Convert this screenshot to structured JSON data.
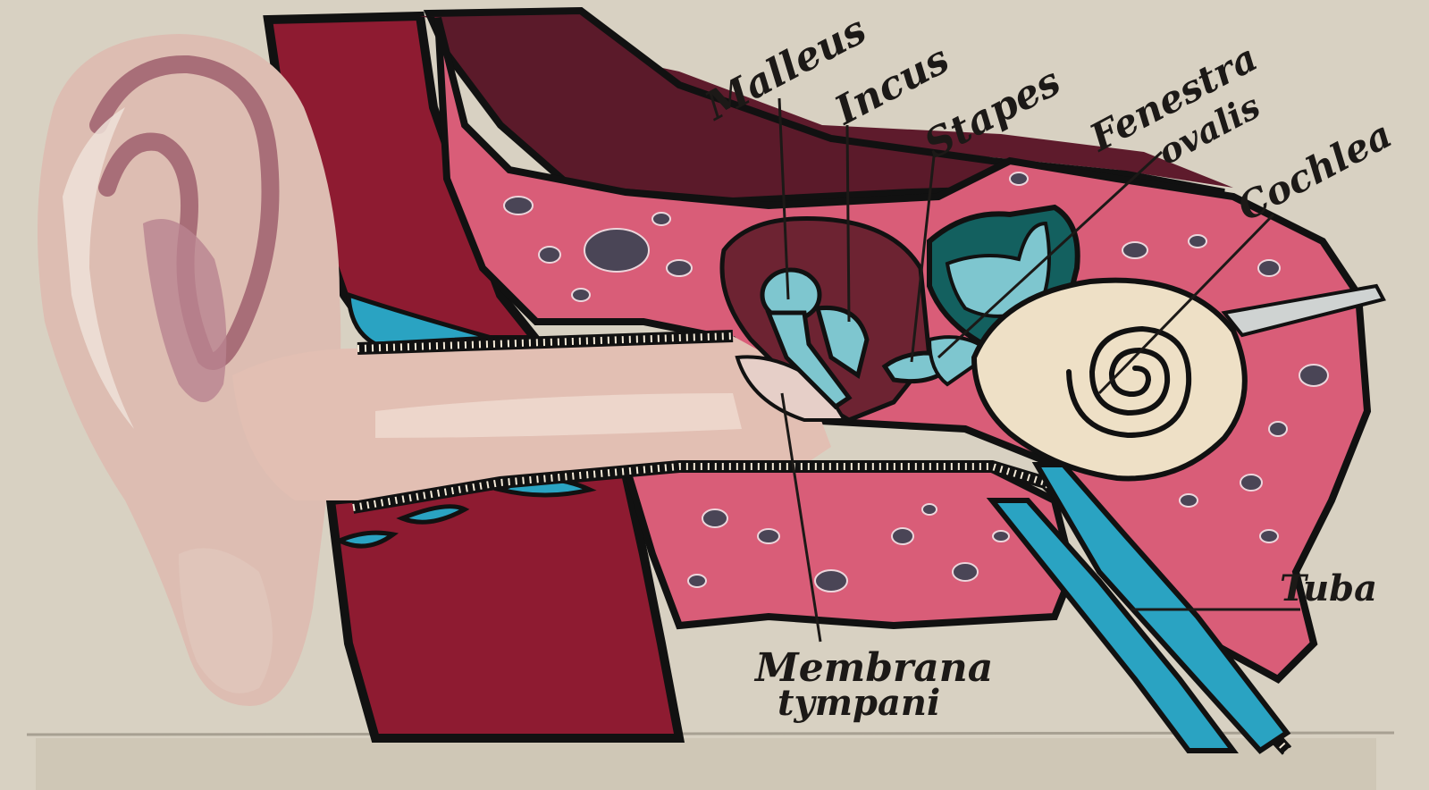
{
  "labels": {
    "malleus": "Malleus",
    "incus": "Incus",
    "stapes": "Stapes",
    "fenestra_line1": "Fenestra",
    "fenestra_line2": "ovalis",
    "cochlea": "Cochlea",
    "tuba": "Tuba",
    "membrana_line1": "Membrana",
    "membrana_line2": "tympani"
  },
  "colors": {
    "poster_bg": "#d7d0c0",
    "ear_skin": "#d9b8ad",
    "dark_red": "#8e1b31",
    "bone_pink": "#d95d78",
    "maroon": "#5e1b2c",
    "blue": "#2aa3c2",
    "teal_dark": "#13605f",
    "cochlea_cream": "#eee0c6",
    "ink": "#1c1917"
  }
}
